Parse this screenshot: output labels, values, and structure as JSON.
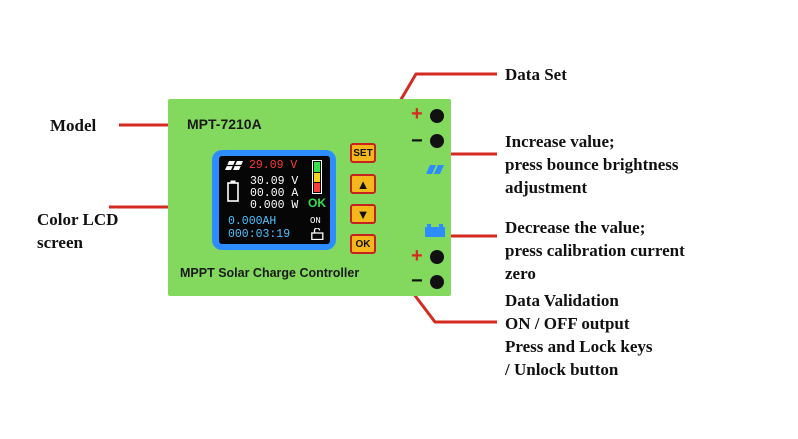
{
  "annotations": {
    "model": "Model",
    "data_set": "Data Set",
    "increase": [
      "Increase value;",
      "press bounce brightness",
      "adjustment"
    ],
    "decrease": [
      "Decrease the value;",
      "press calibration current",
      "zero"
    ],
    "lcd": [
      "Color LCD",
      "screen"
    ],
    "ok": [
      "Data Validation",
      "ON / OFF output",
      "Press and Lock keys",
      "/ Unlock button"
    ]
  },
  "device": {
    "model": "MPT-7210A",
    "footer": "MPPT Solar Charge Controller",
    "keys": {
      "set": "SET",
      "up": "▲",
      "down": "▼",
      "ok": "OK"
    },
    "terminals": {
      "plus": "+",
      "minus": "−"
    }
  },
  "lcd": {
    "input_voltage": "29.09 V",
    "voltage": "30.09 V",
    "current": "00.00 A",
    "power": "0.000 W",
    "ok": "OK",
    "on": "ON",
    "amp_hours": "0.000AH",
    "time": "000:03:19"
  },
  "colors": {
    "board": "#83d95e",
    "leader_line": "#d52a22",
    "key_fill": "#f5b81c",
    "lcd_frame": "#2d8cff",
    "lcd_red": "#ff3a3a",
    "lcd_white": "#ffffff",
    "lcd_cyan": "#4fc3ff",
    "lcd_green": "#36e04a"
  }
}
